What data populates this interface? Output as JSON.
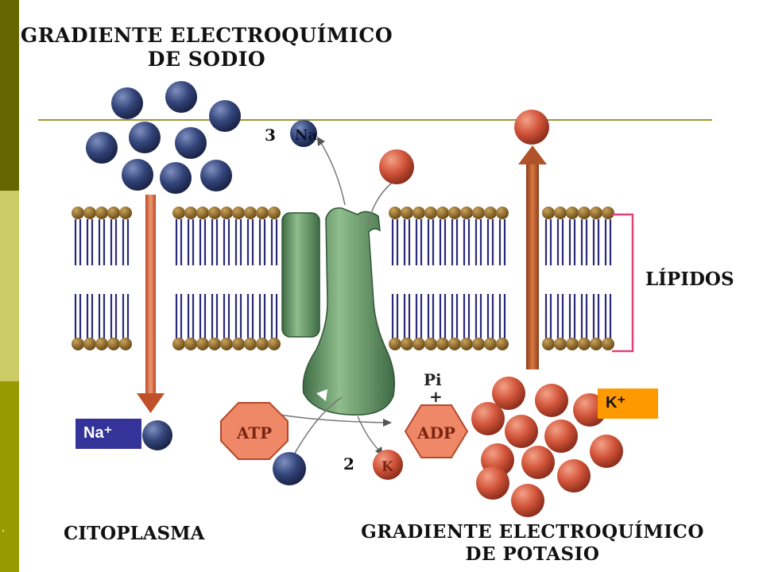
{
  "slide": {
    "band_colors": [
      "#666600",
      "#cccc66",
      "#999900"
    ],
    "side_mark": "."
  },
  "titles": {
    "sodium_line1": "GRADIENTE ELECTROQUÍMICO",
    "sodium_line2": "DE SODIO",
    "potassium_line1": "GRADIENTE ELECTROQUÍMICO",
    "potassium_line2": "DE POTASIO"
  },
  "labels": {
    "cytoplasm": "CITOPLASMA",
    "lipids": "LÍPIDOS",
    "atp": "ATP",
    "adp": "ADP",
    "pi": "Pi",
    "plus": "+",
    "na_count": "3",
    "na_symbol": "Na",
    "k_count": "2",
    "k_symbol": "K"
  },
  "ion_labels": {
    "na": "Na⁺",
    "k": "K⁺"
  },
  "colors": {
    "sodium_ion": "#33457a",
    "potassium_ion": "#d2553a",
    "phospholipid_head": "#8a6a2a",
    "lipid_tail": "#2a2a7a",
    "pump": "#5f8f5f",
    "down_arrow": "#d06a3a",
    "up_arrow": "#b55a2a",
    "bracket": "#e0407a",
    "membrane_line": "#999933",
    "atp_fill": "#ee8866",
    "na_box": "#333399",
    "k_box": "#ff9900"
  }
}
